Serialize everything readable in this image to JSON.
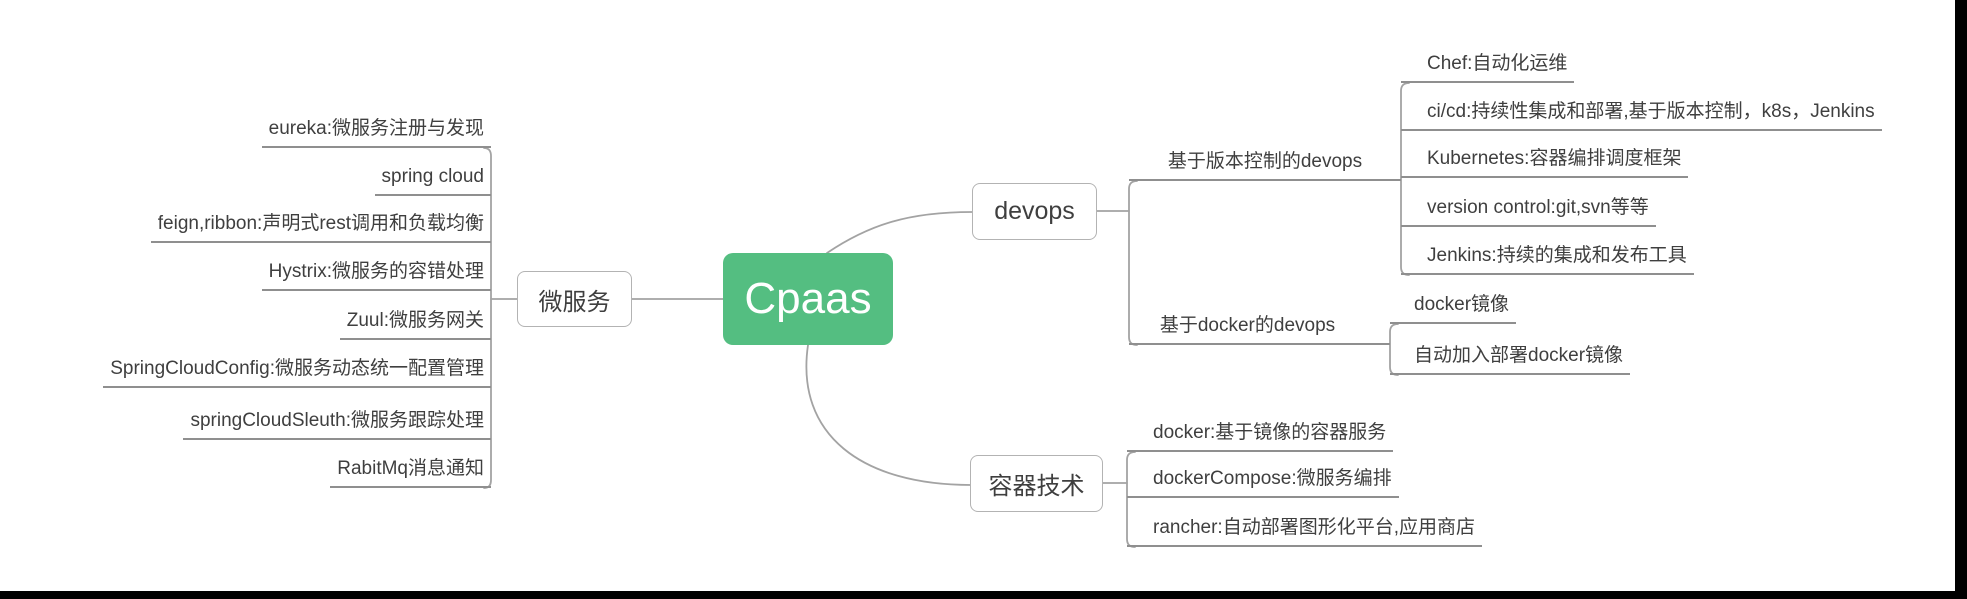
{
  "central": {
    "label": "Cpaas"
  },
  "colors": {
    "central_bg": "#54be81",
    "connector_line": "#a3a3a3",
    "underline": "#8f8f8f",
    "node_border": "#b3b3b3",
    "text": "#3f3f3f"
  },
  "microservices": {
    "label": "微服务",
    "children": [
      "eureka:微服务注册与发现",
      "spring cloud",
      "feign,ribbon:声明式rest调用和负载均衡",
      "Hystrix:微服务的容错处理",
      "Zuul:微服务网关",
      "SpringCloudConfig:微服务动态统一配置管理",
      "springCloudSleuth:微服务跟踪处理",
      "RabitMq消息通知"
    ]
  },
  "devops": {
    "label": "devops",
    "groups": [
      {
        "label": "基于版本控制的devops",
        "children": [
          "Chef:自动化运维",
          "ci/cd:持续性集成和部署,基于版本控制，k8s，Jenkins",
          "Kubernetes:容器编排调度框架",
          "version control:git,svn等等",
          "Jenkins:持续的集成和发布工具"
        ]
      },
      {
        "label": "基于docker的devops",
        "children": [
          "docker镜像",
          "自动加入部署docker镜像"
        ]
      }
    ]
  },
  "containers": {
    "label": "容器技术",
    "children": [
      "docker:基于镜像的容器服务",
      "dockerCompose:微服务编排",
      "rancher:自动部署图形化平台,应用商店"
    ]
  }
}
